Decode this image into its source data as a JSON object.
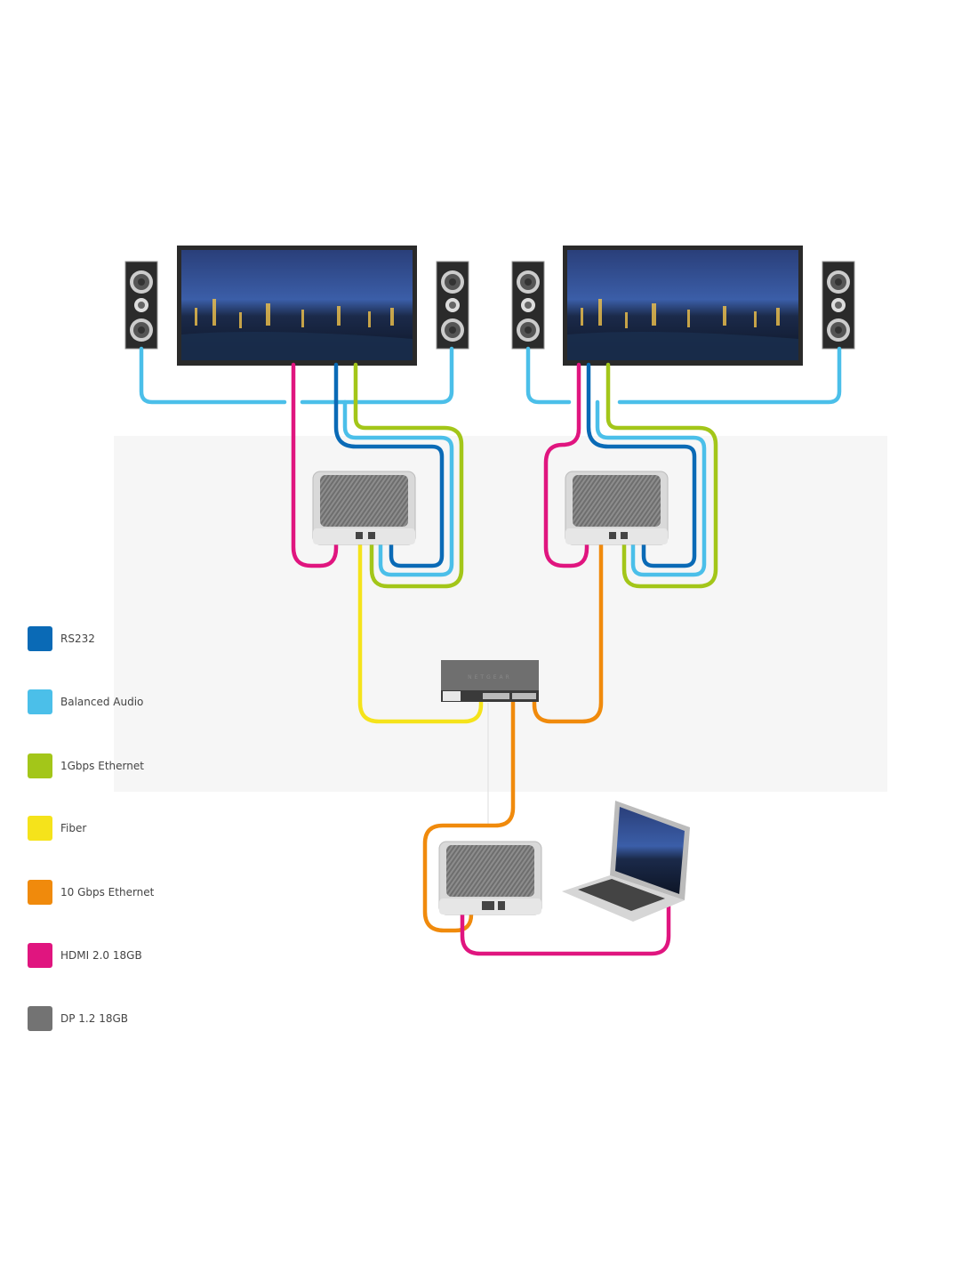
{
  "legend": [
    {
      "label": "RS232",
      "color": "#0a6ab6"
    },
    {
      "label": "Balanced Audio",
      "color": "#4bbfe9"
    },
    {
      "label": "1Gbps Ethernet",
      "color": "#a3c619"
    },
    {
      "label": "Fiber",
      "color": "#f5e31b"
    },
    {
      "label": "10 Gbps Ethernet",
      "color": "#f08a0c"
    },
    {
      "label": "HDMI 2.0 18GB",
      "color": "#e0157f"
    },
    {
      "label": "DP 1.2 18GB",
      "color": "#737373"
    }
  ],
  "switch_brand": "NETGEAR"
}
